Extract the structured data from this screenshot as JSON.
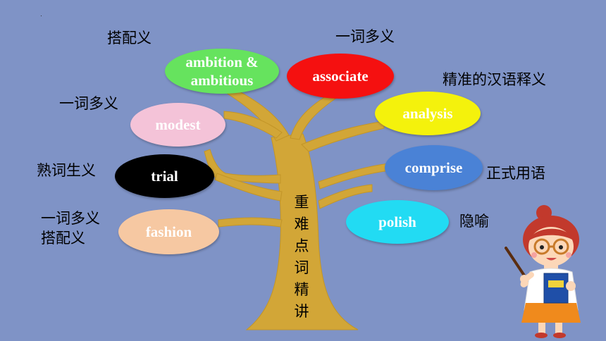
{
  "center_title": "重难点词精讲",
  "words": [
    {
      "id": "ambition",
      "label_line1": "ambition &",
      "label_line2": "ambitious",
      "color": "#66e35e",
      "text_color": "#ffffff"
    },
    {
      "id": "associate",
      "label": "associate",
      "color": "#f51010",
      "text_color": "#ffffff"
    },
    {
      "id": "analysis",
      "label": "analysis",
      "color": "#f4f20c",
      "text_color": "#ffffff"
    },
    {
      "id": "modest",
      "label": "modest",
      "color": "#f4c3d8",
      "text_color": "#ffffff"
    },
    {
      "id": "trial",
      "label": "trial",
      "color": "#000000",
      "text_color": "#ffffff"
    },
    {
      "id": "comprise",
      "label": "comprise",
      "color": "#4a82d6",
      "text_color": "#ffffff"
    },
    {
      "id": "polish",
      "label": "polish",
      "color": "#22dbf3",
      "text_color": "#ffffff"
    },
    {
      "id": "fashion",
      "label": "fashion",
      "color": "#f6c8a2",
      "text_color": "#ffffff"
    }
  ],
  "notes": {
    "ambition": "搭配义",
    "associate": "一词多义",
    "analysis": "精准的汉语释义",
    "modest": "一词多义",
    "trial": "熟词生义",
    "comprise": "正式用语",
    "polish": "隐喻",
    "fashion_line1": "一词多义",
    "fashion_line2": "搭配义"
  },
  "colors": {
    "background": "#7f93c6",
    "tree": "#d2a637"
  },
  "icons": {
    "teacher": "teacher-cartoon-icon"
  }
}
